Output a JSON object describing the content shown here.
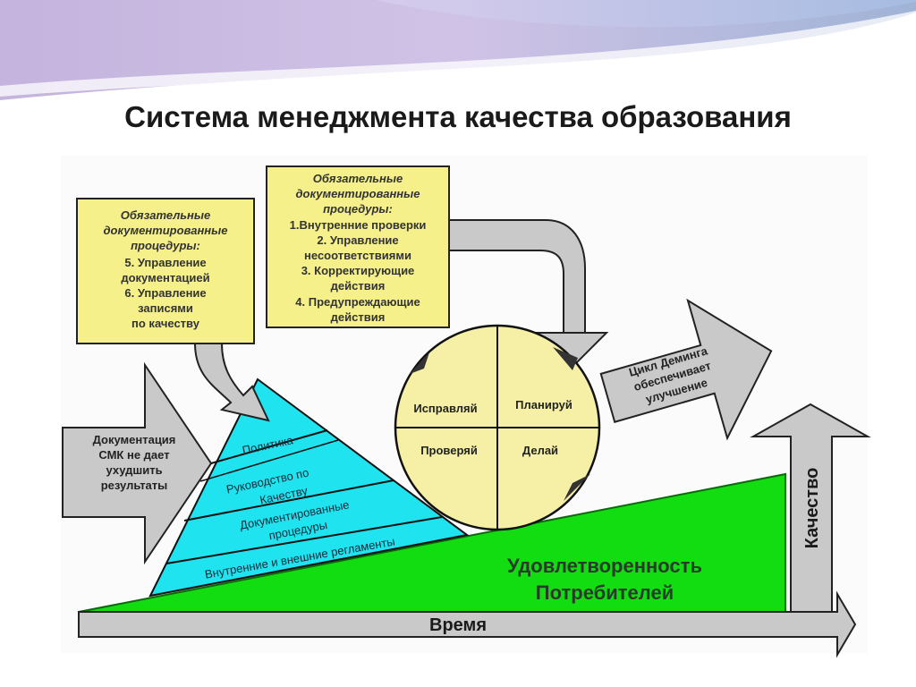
{
  "title": "Система менеджмента качества образования",
  "note_left": {
    "lines": [
      "Обязательные",
      "документированные",
      "процедуры:",
      "5. Управление",
      "документацией",
      "6. Управление",
      "записями",
      "по качеству"
    ]
  },
  "note_top": {
    "lines": [
      "Обязательные",
      "документированные",
      "процедуры:",
      "1.Внутренние проверки",
      "2. Управление",
      "несоответствиями",
      "3. Корректирующие",
      "действия",
      "4. Предупреждающие",
      "действия"
    ]
  },
  "pyramid_layers": [
    "Политика",
    "Руководство по",
    "Качеству",
    "Документированные",
    "процедуры",
    "Внутренние и внешние регламенты"
  ],
  "cycle": {
    "top_left": "Исправляй",
    "top_right": "Планируй",
    "bottom_left": "Проверяй",
    "bottom_right": "Делай"
  },
  "left_arrow_lines": [
    "Документация",
    "СМК не дает",
    "ухудшить",
    "результаты"
  ],
  "deming_arrow_lines": [
    "Цикл Деминга",
    "обеспечивает",
    "улучшение"
  ],
  "satisfaction_lines": [
    "Удовлетворенность",
    "Потребителей"
  ],
  "time_label": "Время",
  "quality_label": "Качество",
  "colors": {
    "note_fill": "#f5f08a",
    "cyan": "#1fe3ef",
    "green": "#11dd11",
    "circle": "#f5f0a5",
    "gray_arrow": "#c9c9c9"
  }
}
